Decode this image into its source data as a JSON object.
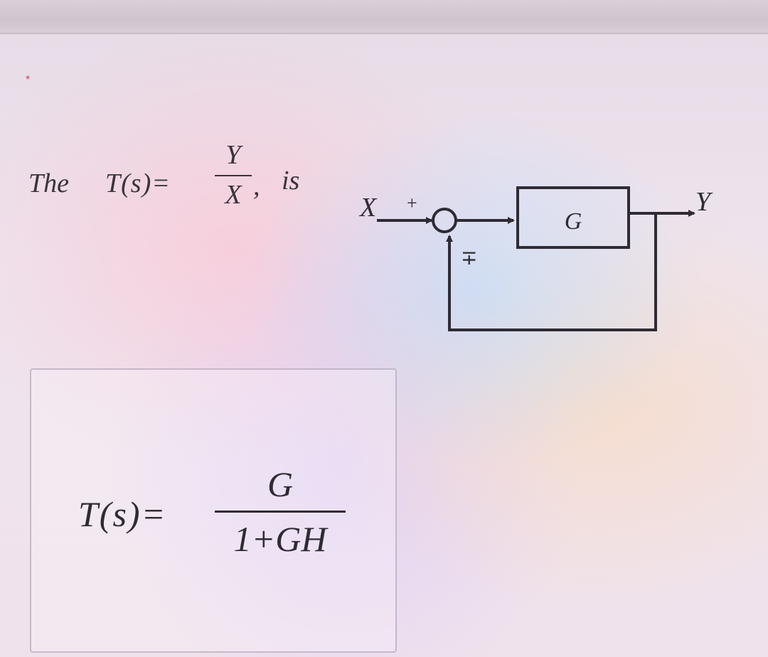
{
  "question": {
    "required_marker": "*",
    "prefix": "The",
    "lhs": "T(s)=",
    "fraction": {
      "numerator": "Y",
      "denominator": "X"
    },
    "comma": ",",
    "suffix": "is"
  },
  "diagram": {
    "input_label": "X",
    "plus_sign": "+",
    "feedback_sign": "∓",
    "block_label": "G",
    "output_label": "Y"
  },
  "answer": {
    "lhs": "T(s)=",
    "numerator": "G",
    "denominator": "1+GH"
  }
}
